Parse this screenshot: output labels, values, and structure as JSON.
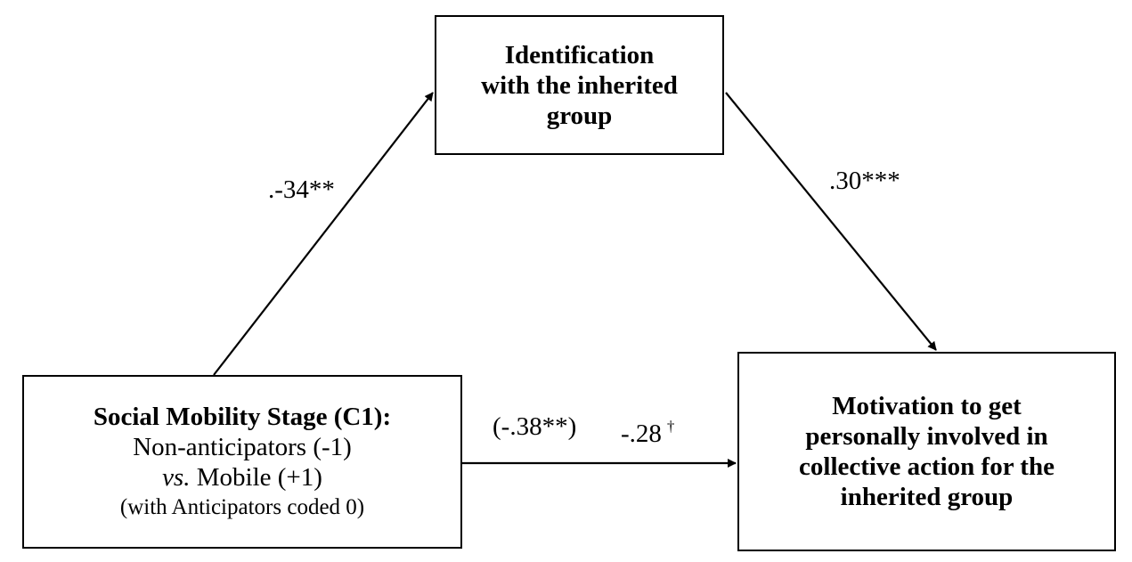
{
  "diagram": {
    "mediator": {
      "lines": [
        "Identification",
        "with the inherited",
        "group"
      ]
    },
    "predictor": {
      "title": "Social Mobility Stage (C1):",
      "line2": "Non-anticipators (-1)",
      "line3_italic": "vs.",
      "line3_rest": " Mobile (+1)",
      "line4": "(with Anticipators coded 0)"
    },
    "outcome": {
      "lines": [
        "Motivation to get",
        "personally involved in",
        "collective action for the",
        "inherited group"
      ]
    },
    "paths": {
      "a": ".-34**",
      "b": ".30***",
      "c_total": "(-.38**)",
      "c_direct": "-.28",
      "c_direct_marker": "†"
    }
  }
}
